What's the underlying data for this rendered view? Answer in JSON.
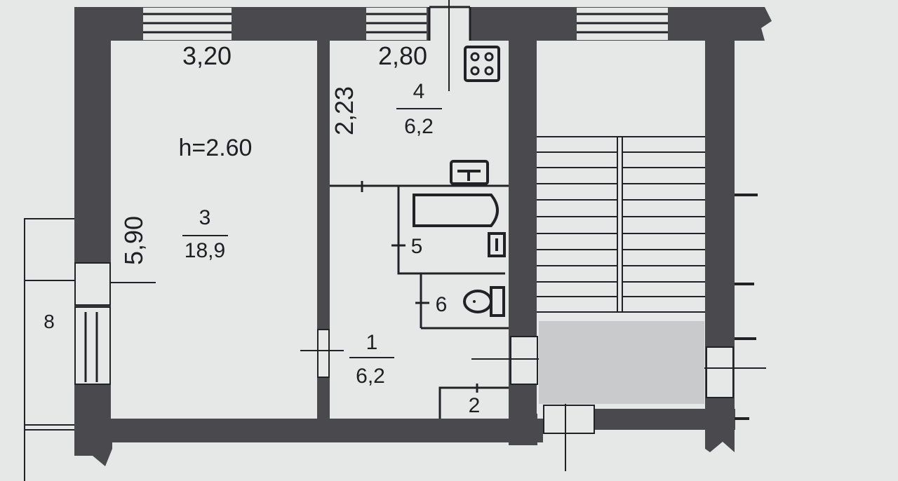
{
  "plan": {
    "height_label": "h=2.60",
    "dimensions": {
      "room3_width": "3,20",
      "room4_width": "2,80",
      "room4_depth": "2,23",
      "room3_depth": "5,90"
    },
    "rooms": [
      {
        "id": "1",
        "number": "1",
        "area": "6,2"
      },
      {
        "id": "2",
        "number": "2",
        "area": ""
      },
      {
        "id": "3",
        "number": "3",
        "area": "18,9"
      },
      {
        "id": "4",
        "number": "4",
        "area": "6,2"
      },
      {
        "id": "5",
        "number": "5",
        "area": ""
      },
      {
        "id": "6",
        "number": "6",
        "area": ""
      },
      {
        "id": "8",
        "number": "8",
        "area": ""
      }
    ],
    "colors": {
      "paper": "#e6e8e7",
      "wall": "#4a494e",
      "line": "#222226",
      "redaction": "#c9cacb"
    }
  }
}
